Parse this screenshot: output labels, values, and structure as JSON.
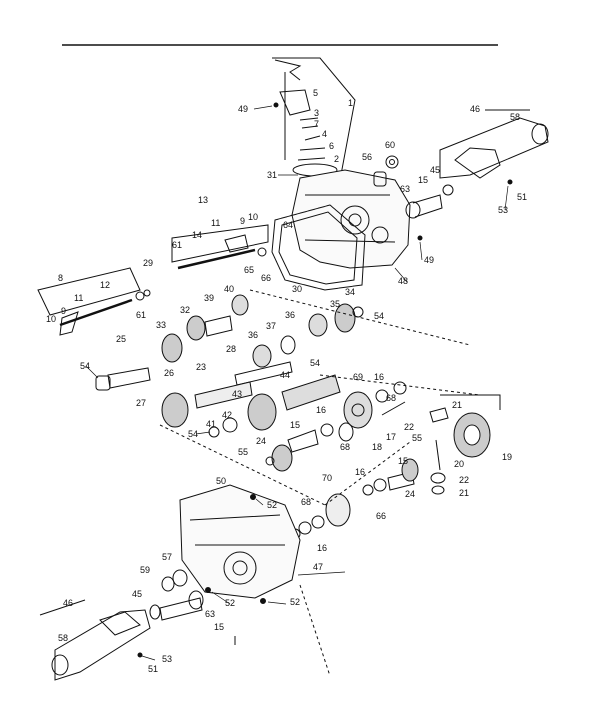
{
  "diagram": {
    "labels": {
      "l1": "1",
      "l2": "2",
      "l3": "3",
      "l4": "4",
      "l5": "5",
      "l6": "6",
      "l7": "7",
      "l8": "8",
      "l9a": "9",
      "l9b": "9",
      "l10a": "10",
      "l10b": "10",
      "l11a": "11",
      "l11b": "11",
      "l12": "12",
      "l13": "13",
      "l14": "14",
      "l15a": "15",
      "l15b": "15",
      "l15c": "15",
      "l15d": "15",
      "l16a": "16",
      "l16b": "16",
      "l16c": "16",
      "l16d": "16",
      "l17": "17",
      "l18": "18",
      "l19": "19",
      "l20": "20",
      "l21a": "21",
      "l21b": "21",
      "l22a": "22",
      "l22b": "22",
      "l23": "23",
      "l24a": "24",
      "l24b": "24",
      "l25": "25",
      "l26": "26",
      "l27": "27",
      "l28": "28",
      "l29": "29",
      "l30": "30",
      "l31": "31",
      "l32": "32",
      "l33": "33",
      "l34": "34",
      "l35": "35",
      "l36a": "36",
      "l36b": "36",
      "l37": "37",
      "l39": "39",
      "l40": "40",
      "l41": "41",
      "l42": "42",
      "l43": "43",
      "l44": "44",
      "l45a": "45",
      "l45b": "45",
      "l46a": "46",
      "l46b": "46",
      "l47": "47",
      "l48": "48",
      "l49a": "49",
      "l49b": "49",
      "l50": "50",
      "l51a": "51",
      "l51b": "51",
      "l52a": "52",
      "l52b": "52",
      "l52c": "52",
      "l53a": "53",
      "l53b": "53",
      "l54a": "54",
      "l54b": "54",
      "l54c": "54",
      "l54d": "54",
      "l55a": "55",
      "l55b": "55",
      "l56": "56",
      "l57": "57",
      "l58a": "58",
      "l58b": "58",
      "l59": "59",
      "l60": "60",
      "l61a": "61",
      "l61b": "61",
      "l63a": "63",
      "l63b": "63",
      "l64": "64",
      "l65": "65",
      "l66a": "66",
      "l66b": "66",
      "l68a": "68",
      "l68b": "68",
      "l68c": "68",
      "l69": "69",
      "l70": "70"
    }
  }
}
